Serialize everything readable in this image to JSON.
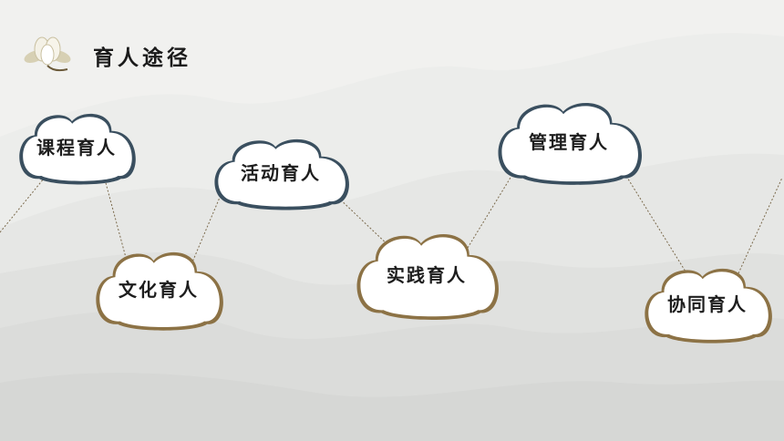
{
  "header": {
    "title": "育人途径",
    "logo_icon": "magnolia-flower-icon"
  },
  "colors": {
    "background": "#f1f1ef",
    "mountain": "#d9dad8",
    "cloud_fill": "#ffffff",
    "cloud_blue_border": "#3a4f5f",
    "cloud_gold_border": "#8c7245",
    "connector": "#7b6a4c"
  },
  "clouds": [
    {
      "id": "kecheng",
      "label": "课程育人",
      "style": "blue"
    },
    {
      "id": "wenhua",
      "label": "文化育人",
      "style": "gold"
    },
    {
      "id": "huodong",
      "label": "活动育人",
      "style": "blue"
    },
    {
      "id": "shijian",
      "label": "实践育人",
      "style": "gold"
    },
    {
      "id": "guanli",
      "label": "管理育人",
      "style": "blue"
    },
    {
      "id": "xietong",
      "label": "协同育人",
      "style": "gold"
    }
  ]
}
